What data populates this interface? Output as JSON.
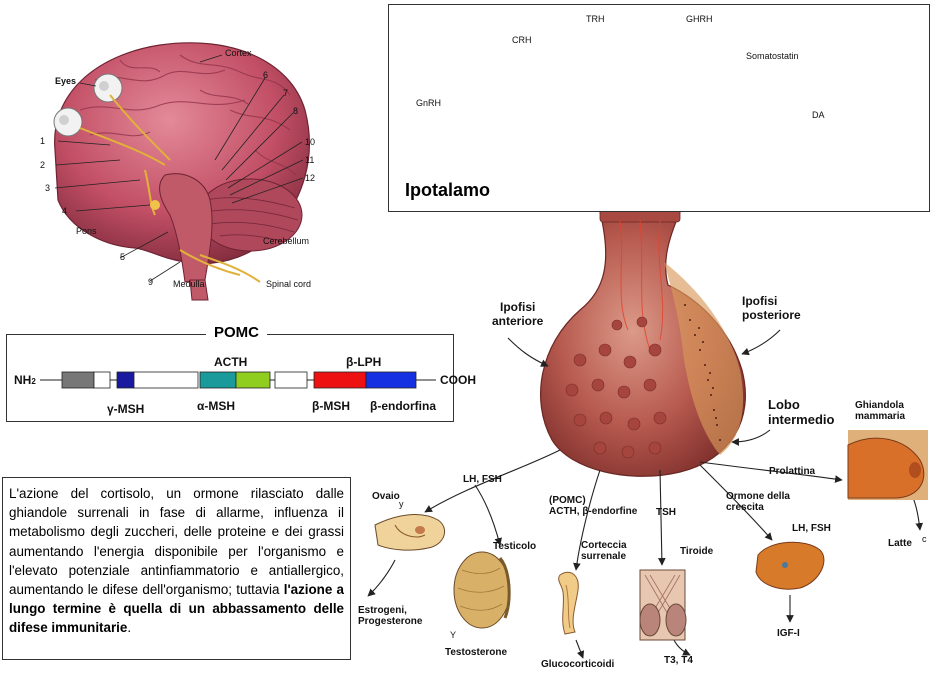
{
  "brain": {
    "labels": {
      "eyes": "Eyes",
      "cortex": "Cortex",
      "pons": "Pons",
      "cerebellum": "Cerebellum",
      "medulla": "Medulla",
      "spinal_cord": "Spinal cord",
      "n1": "1",
      "n2": "2",
      "n3": "3",
      "n4": "4",
      "n5": "5",
      "n6": "6",
      "n7": "7",
      "n8": "8",
      "n9": "9",
      "n10": "10",
      "n11": "11",
      "n12": "12"
    }
  },
  "hypothalamus": {
    "title": "Ipotalamo",
    "neurons": [
      "GnRH",
      "CRH",
      "TRH",
      "GHRH",
      "Somatostatin",
      "DA"
    ]
  },
  "pomc": {
    "title": "POMC",
    "nh2": "NH",
    "nh2_sub": "2",
    "cooh": "COOH",
    "acth": "ACTH",
    "blph": "β-LPH",
    "gmsh": "γ-MSH",
    "amsh": "α-MSH",
    "bmsh": "β-MSH",
    "bend": "β-endorfina"
  },
  "pituitary": {
    "anterior": [
      "Ipofisi",
      "anteriore"
    ],
    "posterior": [
      "Ipofisi",
      "posteriore"
    ],
    "intermediate": [
      "Lobo",
      "intermedio"
    ]
  },
  "targets": {
    "lh_fsh": "LH, FSH",
    "ovaio": "Ovaio",
    "ovaio_y": "y",
    "estrogeni": [
      "Estrogeni,",
      "Progesterone"
    ],
    "testicolo": "Testicolo",
    "testo_y": "Y",
    "testosterone": "Testosterone",
    "pomc_acth": [
      "(POMC)",
      "ACTH, β-endorfine"
    ],
    "corteccia": [
      "Corteccia",
      "surrenale"
    ],
    "glucocorticoidi": "Glucocorticoidi",
    "tsh": "TSH",
    "tiroide": "Tiroide",
    "t3t4": "T3, T4",
    "gh": [
      "Ormone della",
      "crescita"
    ],
    "lh_fsh2": "LH, FSH",
    "igf": "IGF-I",
    "prolattina": "Prolattina",
    "ghiandola": [
      "Ghiandola",
      "mammaria"
    ],
    "latte": "Latte",
    "latte_c": "c"
  },
  "text": {
    "plain": "L'azione del cortisolo, un ormone  rilasciato dalle ghiandole surrenali in fase di allarme, influenza il  metabolismo degli zuccheri, delle proteine e dei grassi aumentando  l'energia disponibile per l'organismo e l'elevato potenziale  antinfiammatorio e antiallergico, aumentando le difese dell'organismo;  tuttavia ",
    "bold": "l'azione a lungo termine è quella di un abbassamento delle  difese immunitarie",
    "end": "."
  },
  "colors": {
    "neuron": "#b8e0dc",
    "nucleus": "#2f9e4e",
    "brain": "#c9576a",
    "pituitary": "#b5564f",
    "acth_teal": "#1a9a9a",
    "acth_green": "#8fce1e",
    "bmsh_red": "#ee1111",
    "bend_blue": "#1530e0",
    "gmsh_navy": "#1a1aa0",
    "nh_gray": "#777777"
  }
}
